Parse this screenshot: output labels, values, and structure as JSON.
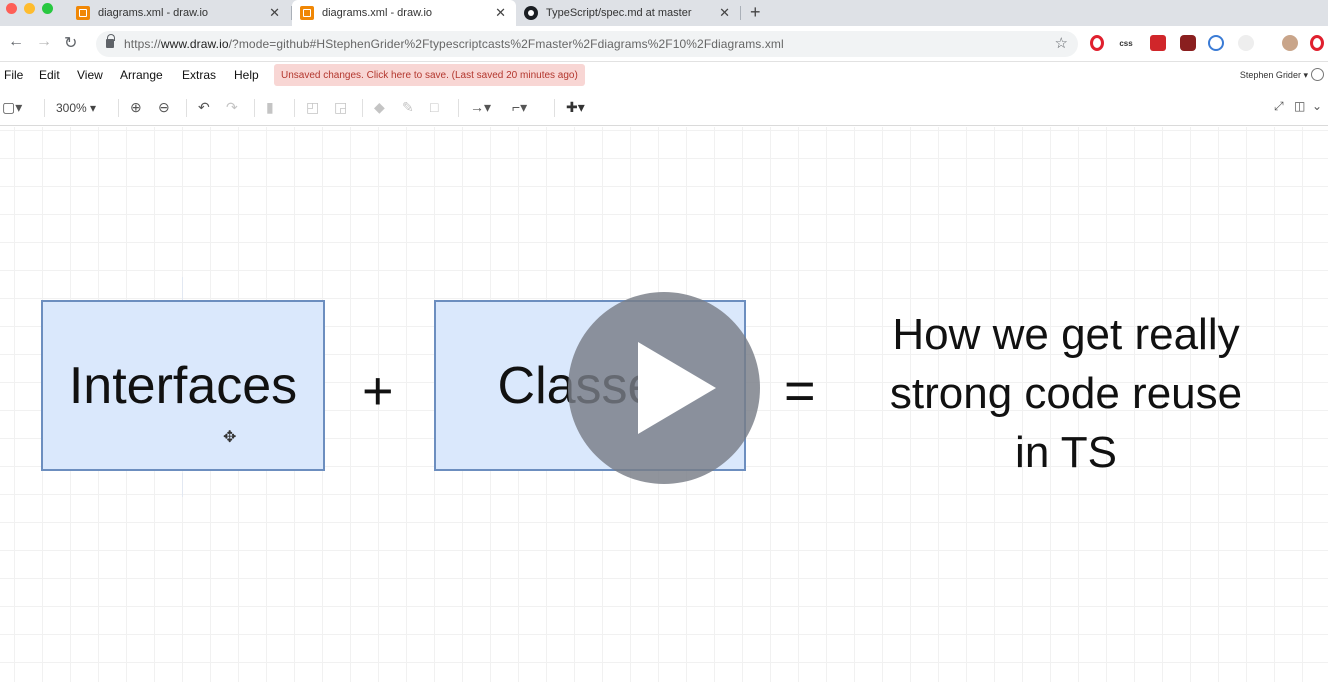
{
  "browser": {
    "tabs": [
      {
        "title": "diagrams.xml - draw.io",
        "favicon": "drawio-icon",
        "active": false
      },
      {
        "title": "diagrams.xml - draw.io",
        "favicon": "drawio-icon",
        "active": true
      },
      {
        "title": "TypeScript/spec.md at master",
        "favicon": "github-icon",
        "active": false
      }
    ],
    "close_glyph": "✕",
    "new_tab_glyph": "+",
    "url_prefix": "https://",
    "url_host": "www.draw.io",
    "url_rest": "/?mode=github#HStephenGrider%2Ftypescriptcasts%2Fmaster%2Fdiagrams%2F10%2Fdiagrams.xml",
    "extensions": [
      "opera-icon",
      "css-icon",
      "red-extension-icon",
      "puzzle-icon",
      "onepassword-icon",
      "ghost-icon",
      "avatar-icon",
      "opera-icon"
    ]
  },
  "menubar": {
    "items": [
      "File",
      "Edit",
      "View",
      "Arrange",
      "Extras",
      "Help"
    ],
    "unsaved_notice": "Unsaved changes. Click here to save. (Last saved 20 minutes ago)",
    "user": "Stephen Grider"
  },
  "toolbar": {
    "zoom": "300%"
  },
  "diagram": {
    "box1": "Interfaces",
    "plus": "+",
    "box2": "Classes",
    "equals": "=",
    "result_lines": [
      "How we get really",
      "strong code reuse",
      "in TS"
    ]
  },
  "colors": {
    "shape_fill": "#dae8fc",
    "shape_stroke": "#6c8ebf",
    "unsaved_bg": "#f8d6d4",
    "unsaved_text": "#b3372e"
  }
}
